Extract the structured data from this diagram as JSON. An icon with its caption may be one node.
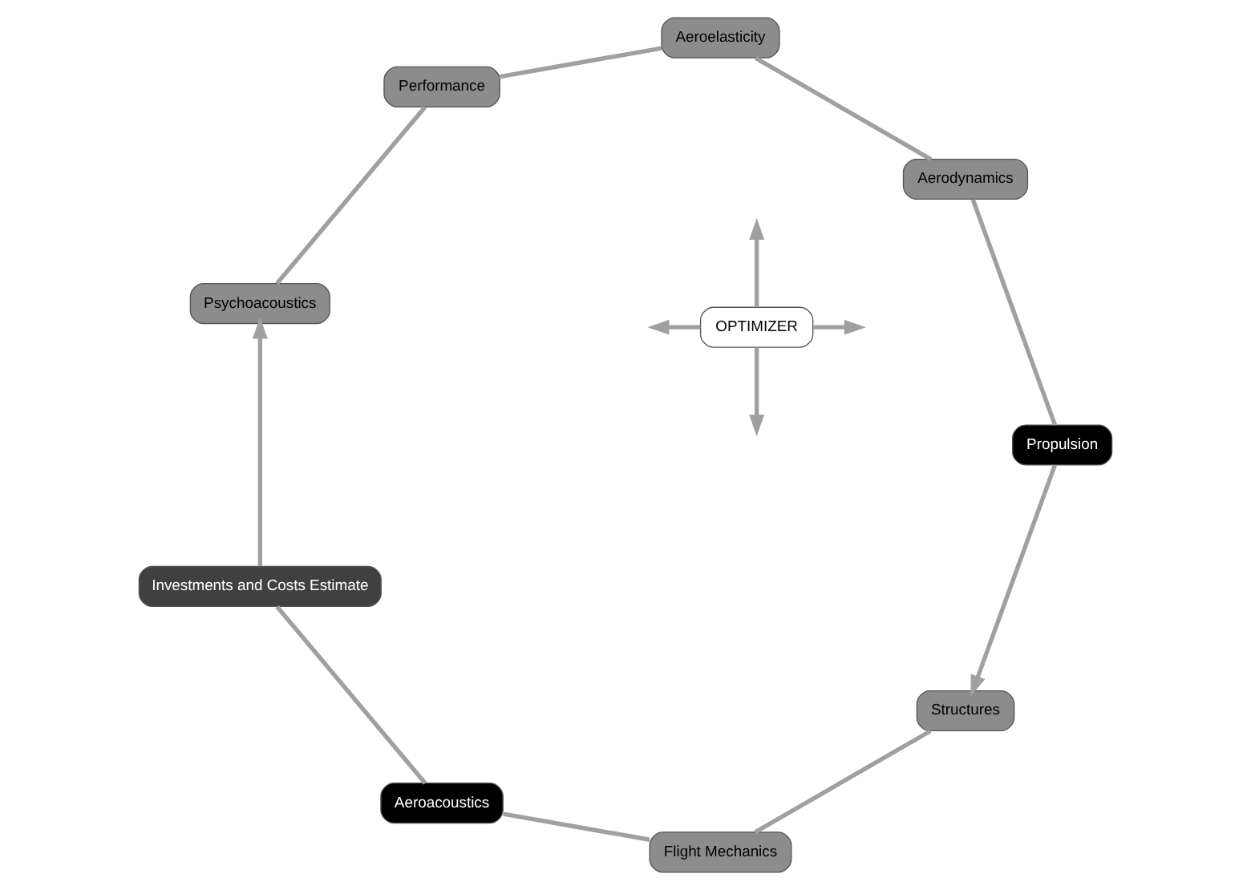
{
  "diagram": {
    "nodes": [
      {
        "text": [
          "Structures"
        ]
      },
      {
        "text": [
          "Propulsion"
        ]
      },
      {
        "text": [
          "Aerodynamics"
        ]
      },
      {
        "text": [
          "Aeroelasticity"
        ]
      },
      {
        "text": [
          "Performance"
        ]
      },
      {
        "text": [
          "Psychoacoustics"
        ]
      },
      {
        "text": [
          "Investments and Costs Estimate"
        ]
      },
      {
        "text": [
          "Aeroacoustics"
        ]
      },
      {
        "text": [
          "Flight Mechanics"
        ]
      },
      {
        "text": [
          "OPTIMIZER"
        ]
      }
    ],
    "edges": [
      {
        "from": 5,
        "to": 4,
        "arrow": "none"
      },
      {
        "from": 4,
        "to": 3,
        "arrow": "none"
      },
      {
        "from": 3,
        "to": 2,
        "arrow": "none"
      },
      {
        "from": 2,
        "to": 1,
        "arrow": "none"
      },
      {
        "from": 1,
        "to": 0,
        "arrow": "to"
      },
      {
        "from": 0,
        "to": 8,
        "arrow": "none"
      },
      {
        "from": 8,
        "to": 7,
        "arrow": "none"
      },
      {
        "from": 7,
        "to": 6,
        "arrow": "none"
      },
      {
        "from": 6,
        "to": 5,
        "arrow": "to"
      },
      {
        "from": 9,
        "to": null,
        "arrow": "to"
      },
      {
        "from": 9,
        "to": null,
        "arrow": "to"
      },
      {
        "from": 9,
        "to": null,
        "arrow": "to"
      },
      {
        "from": 9,
        "to": null,
        "arrow": "to"
      }
    ]
  }
}
